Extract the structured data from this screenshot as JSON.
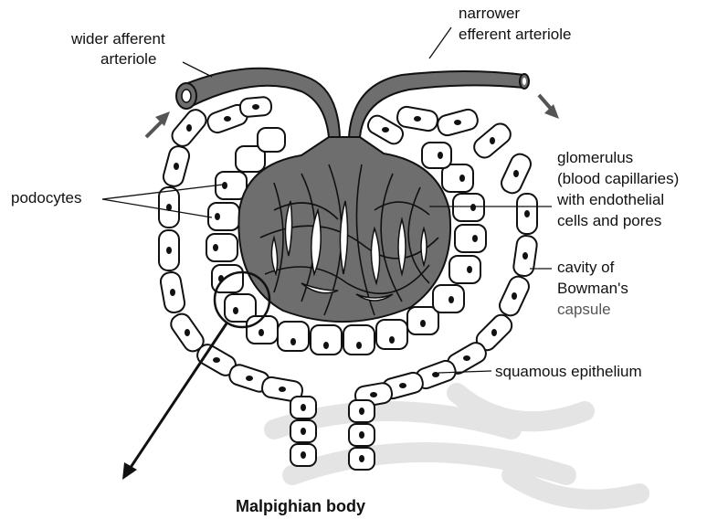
{
  "diagram": {
    "title": "Malpighian body",
    "labels": {
      "afferent_1": "wider afferent",
      "afferent_2": "arteriole",
      "efferent_1": "narrower",
      "efferent_2": "efferent arteriole",
      "podocytes": "podocytes",
      "glomerulus_1": "glomerulus",
      "glomerulus_2": "(blood capillaries)",
      "glomerulus_3": "with endothelial",
      "glomerulus_4": "cells and pores",
      "cavity_1": "cavity of",
      "cavity_2": "Bowman's",
      "cavity_3": "capsule",
      "squamous": "squamous epithelium"
    },
    "colors": {
      "vessel": "#6e6e6e",
      "outline": "#111111",
      "cell_fill": "#ffffff",
      "arrow": "#555555",
      "watermark": "#d9d9d9"
    }
  }
}
